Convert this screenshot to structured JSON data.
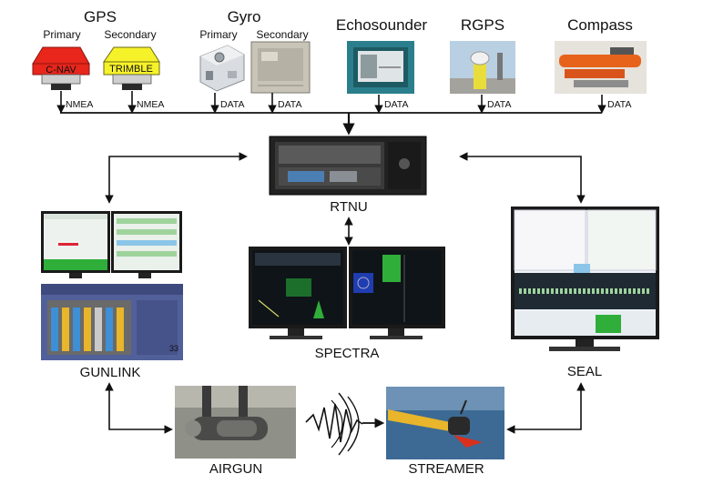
{
  "sources": {
    "gps": {
      "title": "GPS",
      "primary": {
        "label": "Primary",
        "device": "C-NAV",
        "output": "NMEA"
      },
      "secondary": {
        "label": "Secondary",
        "device": "TRIMBLE",
        "output": "NMEA"
      }
    },
    "gyro": {
      "title": "Gyro",
      "primary": {
        "label": "Primary",
        "output": "DATA"
      },
      "secondary": {
        "label": "Secondary",
        "output": "DATA"
      }
    },
    "echosounder": {
      "title": "Echosounder",
      "output": "DATA"
    },
    "rgps": {
      "title": "RGPS",
      "output": "DATA"
    },
    "compass": {
      "title": "Compass",
      "output": "DATA"
    }
  },
  "systems": {
    "rtnu": "RTNU",
    "gunlink": "GUNLINK",
    "spectra": "SPECTRA",
    "seal": "SEAL",
    "airgun": "AIRGUN",
    "streamer": "STREAMER"
  },
  "rack_number": "33",
  "colors": {
    "cnav_red": "#e8261c",
    "trimble_yellow": "#f6f22a",
    "screen_green": "#2fae3a",
    "streamer_orange": "#e8b52b",
    "sea_blue": "#3d6a94",
    "monitor_black": "#1a1a1a"
  }
}
